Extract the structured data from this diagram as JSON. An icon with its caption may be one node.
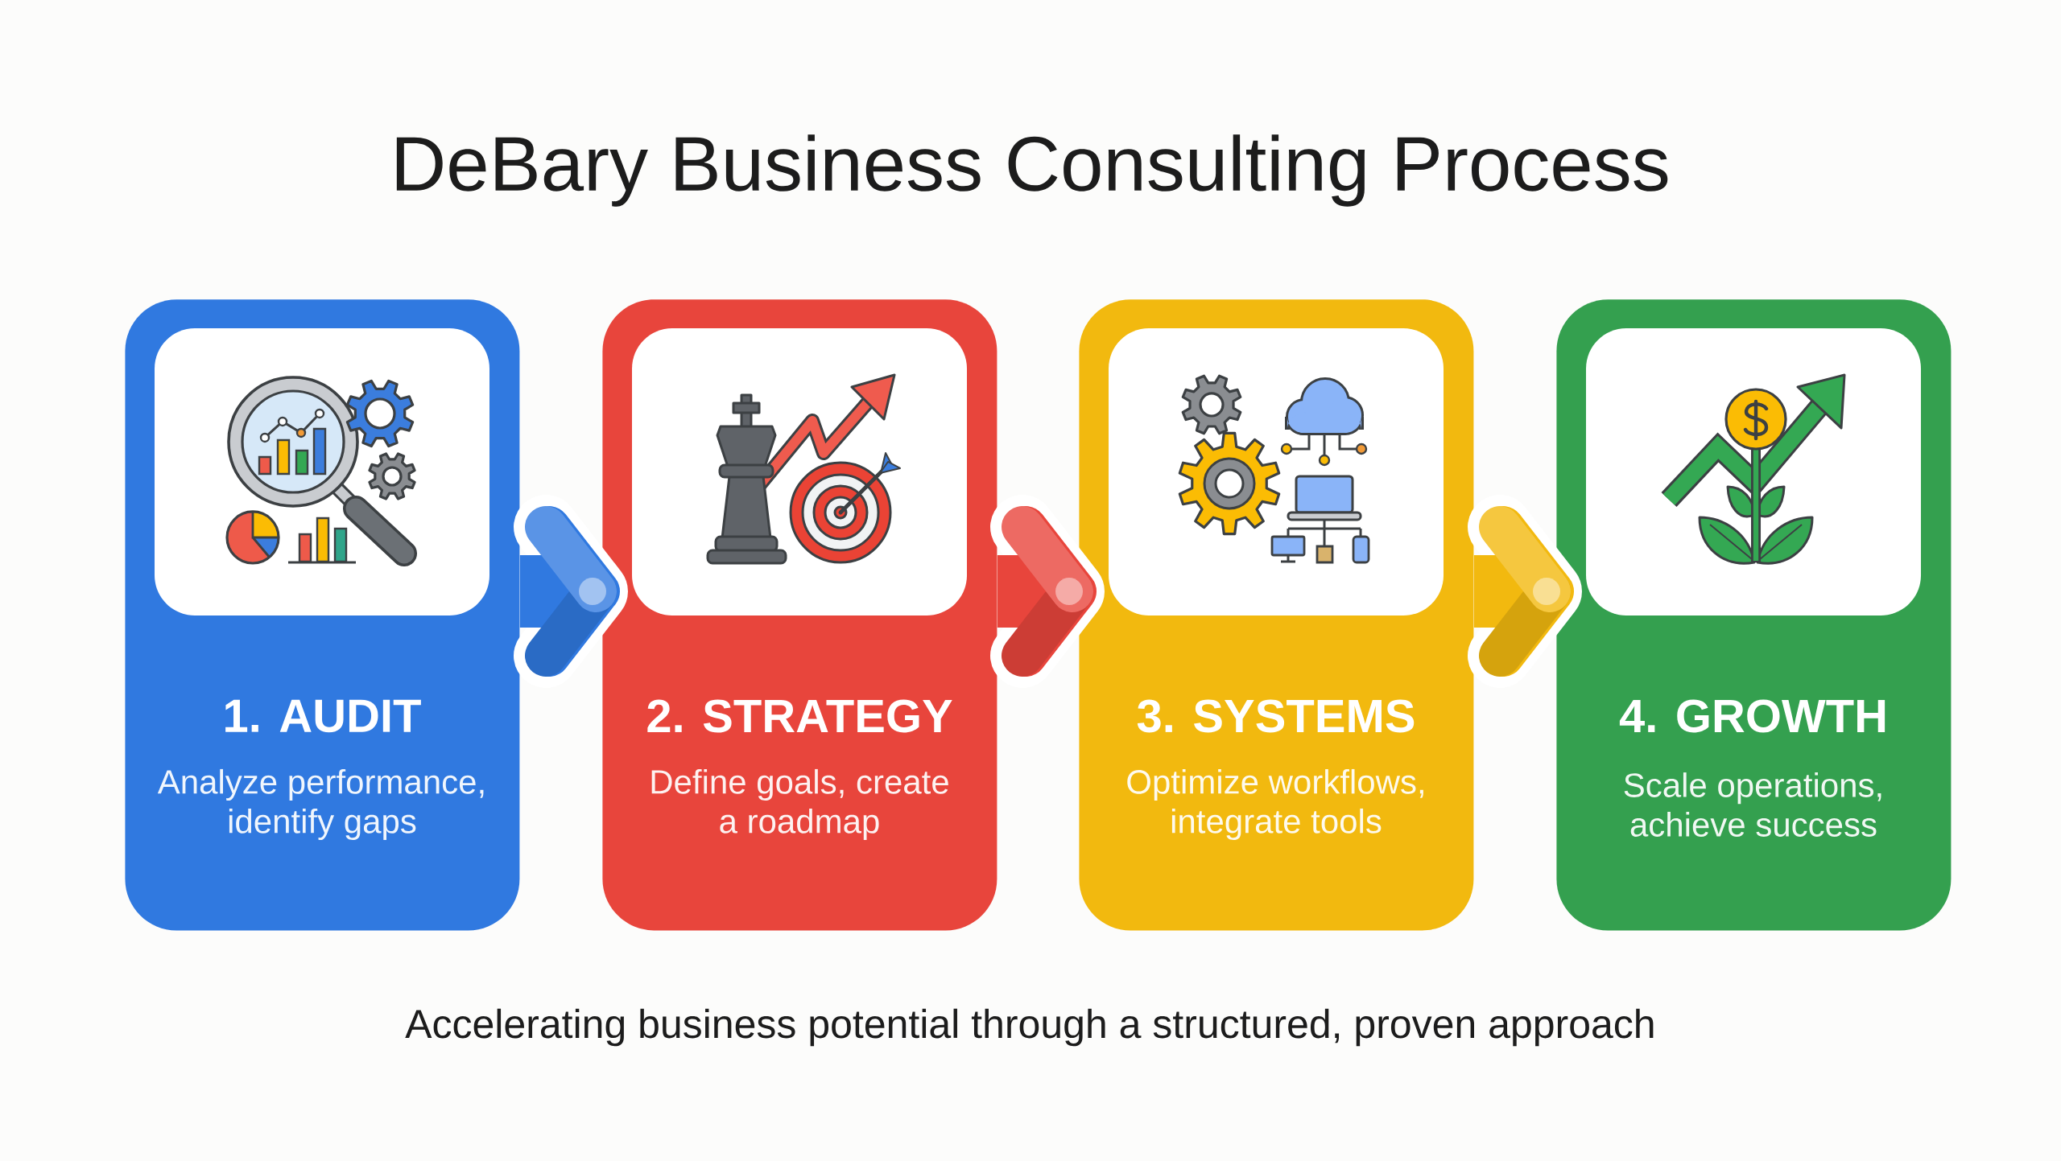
{
  "diagram": {
    "title": "DeBary Business Consulting Process",
    "caption": "Accelerating business potential through a structured, proven approach",
    "nodes": [
      {
        "text": [
          "1. AUDIT",
          "Analyze performance, identify gaps"
        ]
      },
      {
        "text": [
          "2. STRATEGY",
          "Define goals, create a roadmap"
        ]
      },
      {
        "text": [
          "3. SYSTEMS",
          "Optimize workflows, integrate tools"
        ]
      },
      {
        "text": [
          "4. GROWTH",
          "Scale operations, achieve success"
        ]
      }
    ],
    "edges": [
      {
        "from": 0,
        "to": 1,
        "arrow": "to",
        "color": "#3079e0"
      },
      {
        "from": 1,
        "to": 2,
        "arrow": "to",
        "color": "#e8453c"
      },
      {
        "from": 2,
        "to": 3,
        "arrow": "to",
        "color": "#f2b90f"
      }
    ]
  }
}
